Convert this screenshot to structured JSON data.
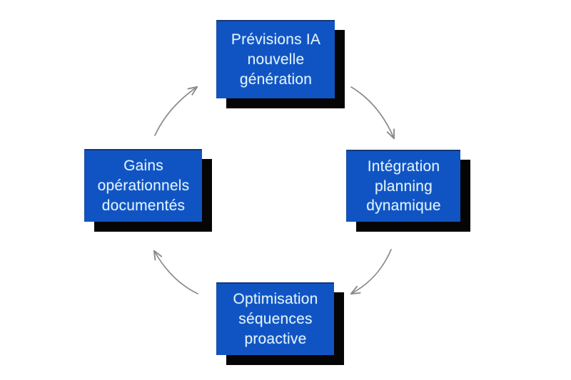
{
  "diagram": {
    "type": "cycle",
    "direction": "clockwise",
    "background_color": "#ffffff",
    "node_fill_color": "#1054c4",
    "node_text_color": "#dff2fb",
    "node_shadow_color": "#050505",
    "arrow_color": "#8a8a8a",
    "nodes": [
      {
        "id": "node-top",
        "position": "top",
        "label": "Prévisions IA\nnouvelle\ngénération"
      },
      {
        "id": "node-right",
        "position": "right",
        "label": "Intégration\nplanning\ndynamique"
      },
      {
        "id": "node-bottom",
        "position": "bottom",
        "label": "Optimisation\nséquences\nproactive"
      },
      {
        "id": "node-left",
        "position": "left",
        "label": "Gains\nopérationnels\ndocumentés"
      }
    ],
    "arrows": [
      {
        "id": "arrow-top-right",
        "from": "node-top",
        "to": "node-right",
        "name": "curved-arrow-icon"
      },
      {
        "id": "arrow-right-bottom",
        "from": "node-right",
        "to": "node-bottom",
        "name": "curved-arrow-icon"
      },
      {
        "id": "arrow-bottom-left",
        "from": "node-bottom",
        "to": "node-left",
        "name": "curved-arrow-icon"
      },
      {
        "id": "arrow-left-top",
        "from": "node-left",
        "to": "node-top",
        "name": "curved-arrow-icon"
      }
    ]
  }
}
